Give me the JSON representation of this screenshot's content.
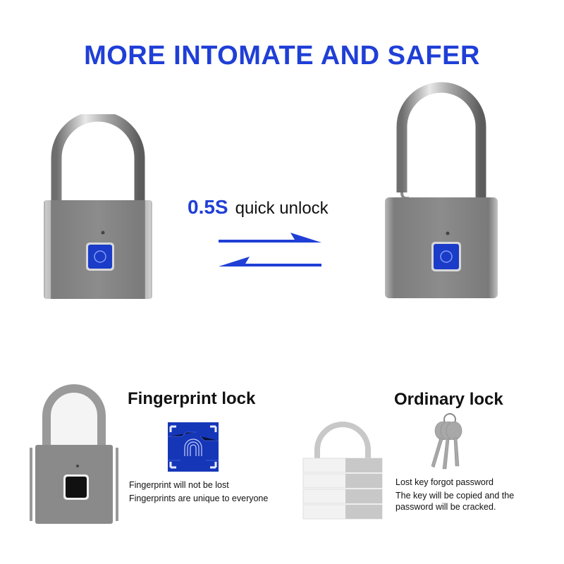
{
  "header": {
    "title": "MORE INTOMATE AND SAFER"
  },
  "unlock_banner": {
    "speed": "0.5S",
    "label": "quick unlock",
    "arrows": [
      "arrow-right-icon",
      "arrow-left-icon"
    ]
  },
  "product_images": {
    "closed_lock": "fingerprint-padlock-closed",
    "open_lock": "fingerprint-padlock-open"
  },
  "comparison": {
    "fingerprint": {
      "heading": "Fingerprint lock",
      "icon": "fingerprint-scan-icon",
      "lines": [
        "Fingerprint will not be lost",
        "Fingerprints are unique to everyone"
      ]
    },
    "ordinary": {
      "heading": "Ordinary lock",
      "icon": "keys-icon",
      "lines": [
        "Lost key forgot password",
        "The key will be copied and the",
        "password will be cracked."
      ]
    }
  },
  "colors": {
    "accent_blue": "#1f3fd6",
    "lock_body": "#8a8a8a",
    "sensor_blue": "#1a3cc8",
    "text": "#111111"
  }
}
